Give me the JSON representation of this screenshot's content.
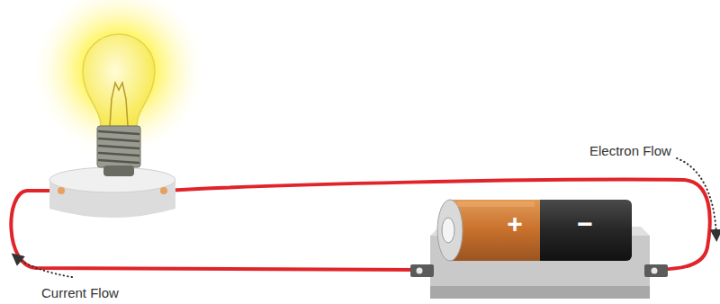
{
  "diagram": {
    "labels": [
      "+",
      "−",
      "Electron Flow",
      "Current Flow"
    ]
  }
}
